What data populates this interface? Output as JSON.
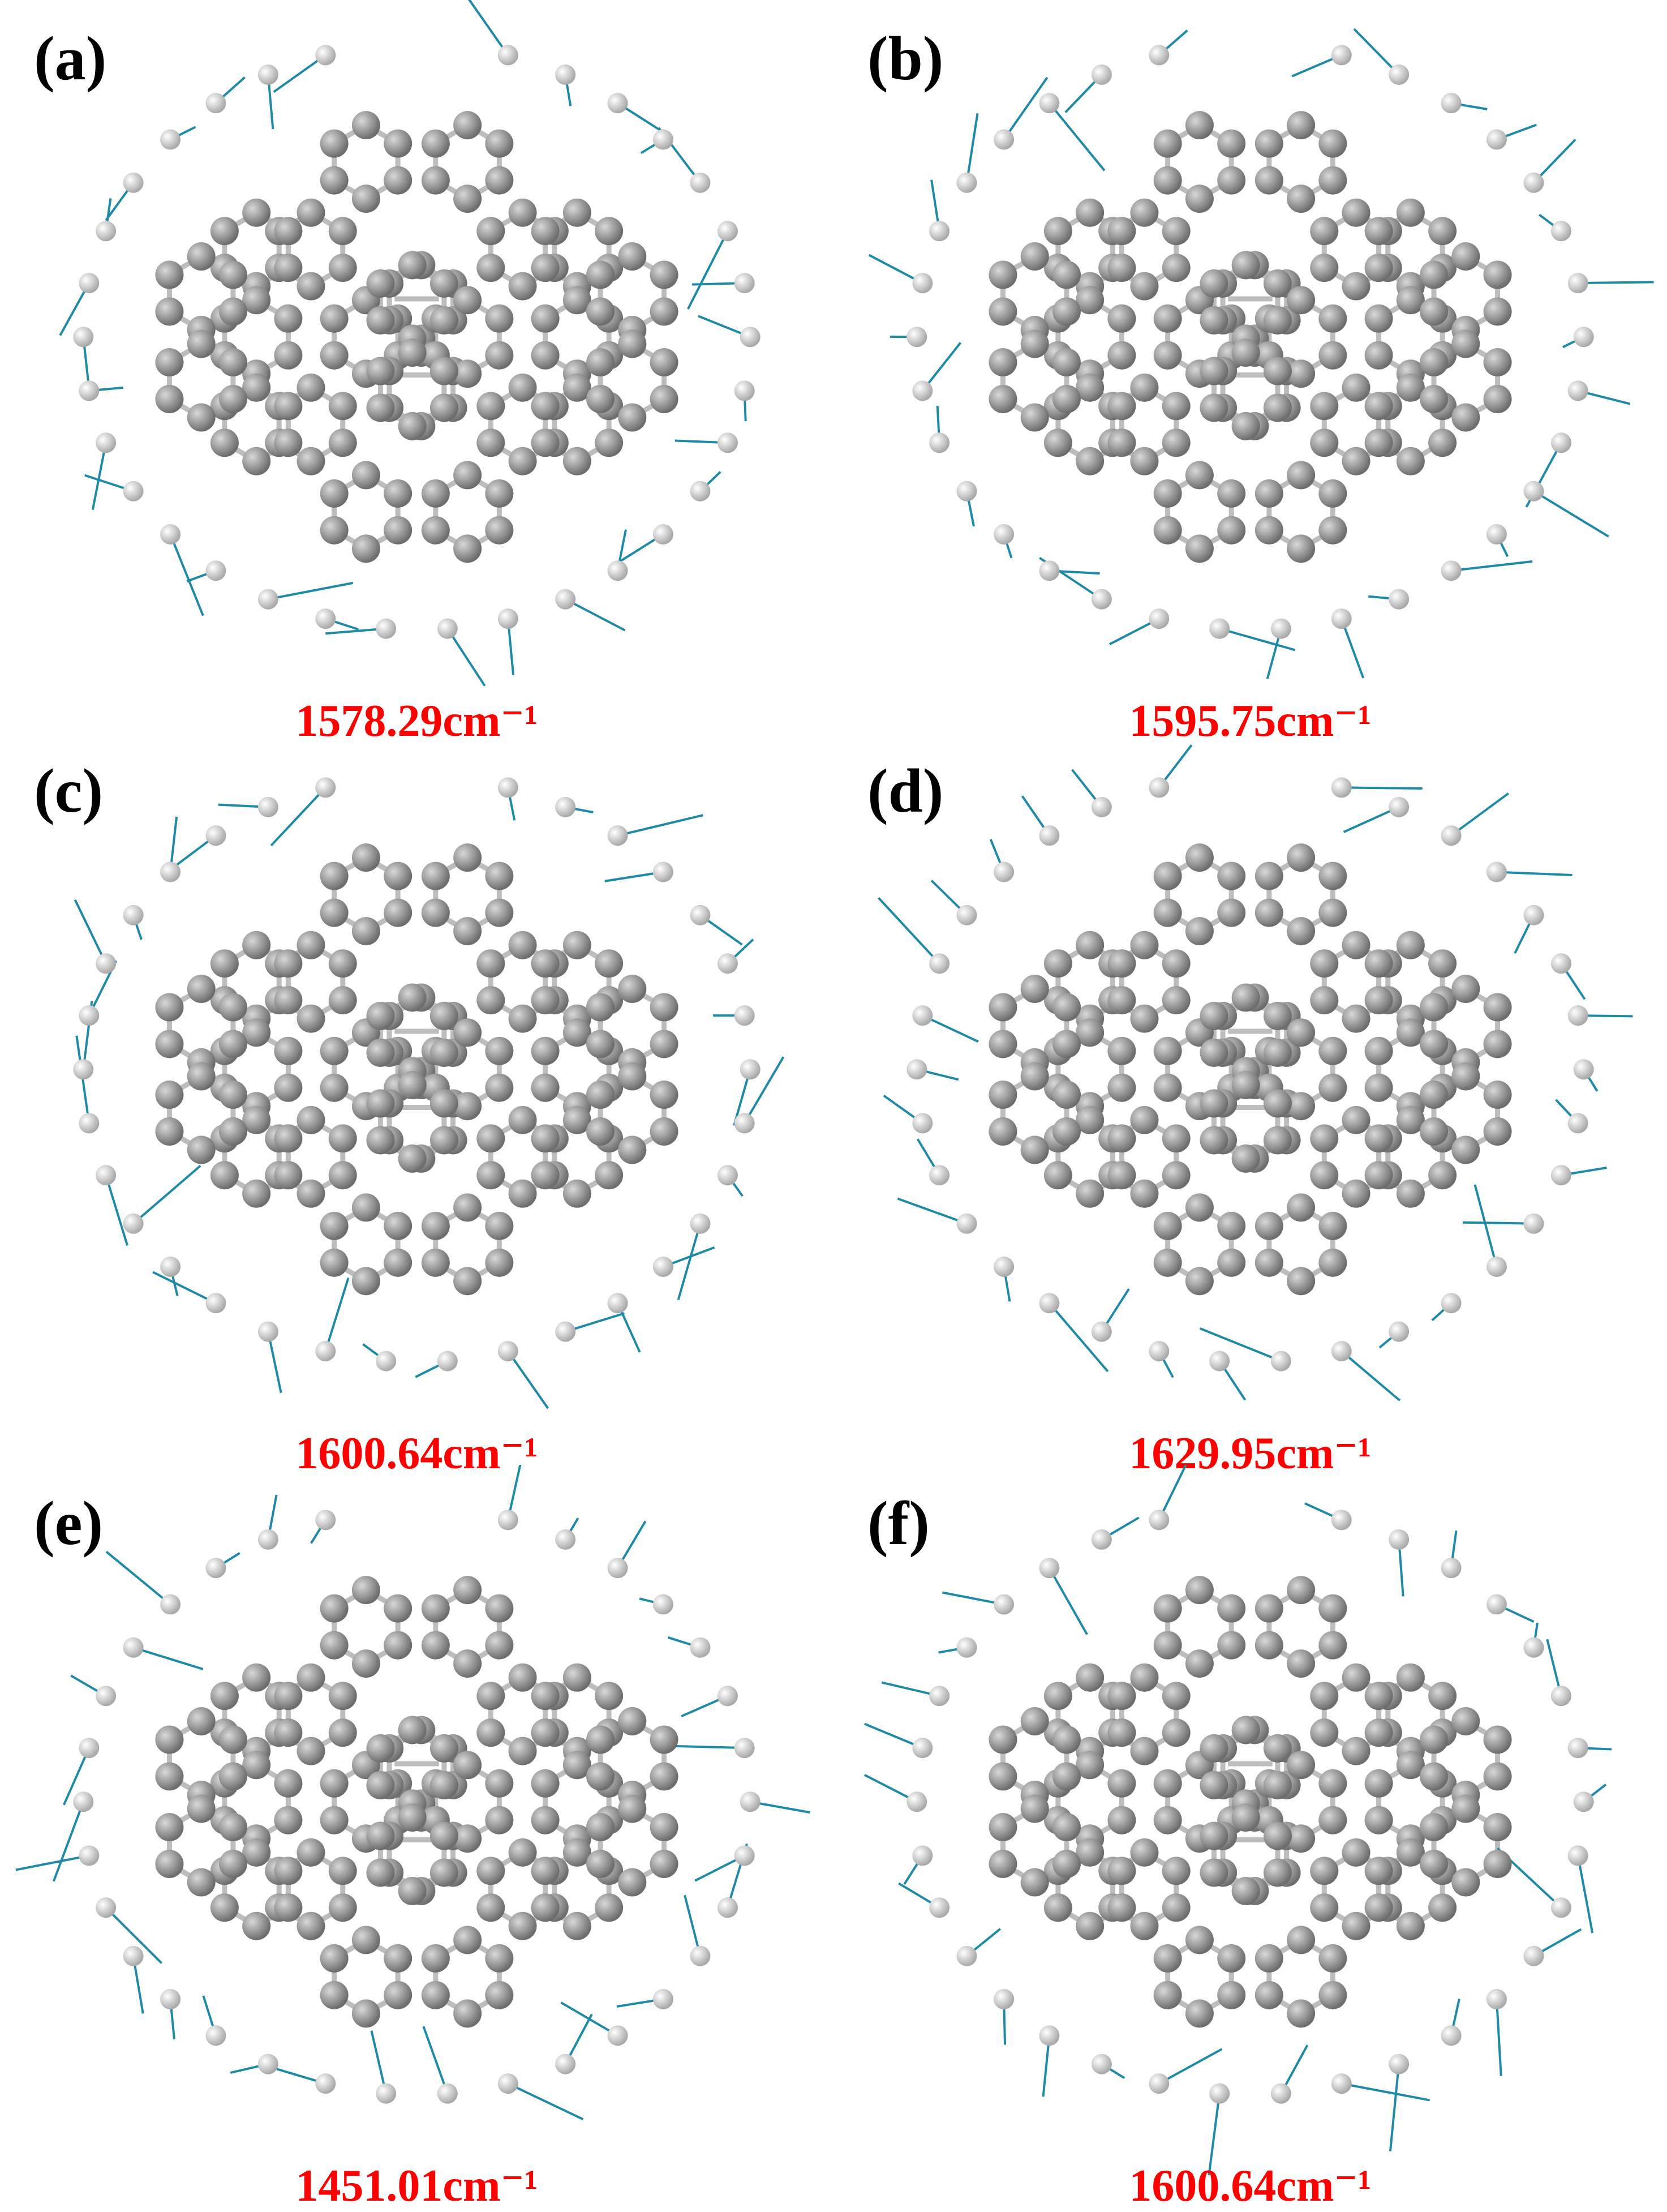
{
  "figure": {
    "background": "#ffffff",
    "colors": {
      "carbon": "#6d6d6d",
      "hydrogen": "#e6e6e6",
      "bond": "#bdbdbd",
      "vector": "#1f8aa5",
      "frequency_text": "#ff0000"
    },
    "panels": [
      {
        "id": "a",
        "label": "(a)",
        "frequency": "1578.29cm⁻¹"
      },
      {
        "id": "b",
        "label": "(b)",
        "frequency": "1595.75cm⁻¹"
      },
      {
        "id": "c",
        "label": "(c)",
        "frequency": "1600.64cm⁻¹"
      },
      {
        "id": "d",
        "label": "(d)",
        "frequency": "1629.95cm⁻¹"
      },
      {
        "id": "e",
        "label": "(e)",
        "frequency": "1451.01cm⁻¹"
      },
      {
        "id": "f",
        "label": "(f)",
        "frequency": "1600.64cm⁻¹"
      }
    ]
  }
}
